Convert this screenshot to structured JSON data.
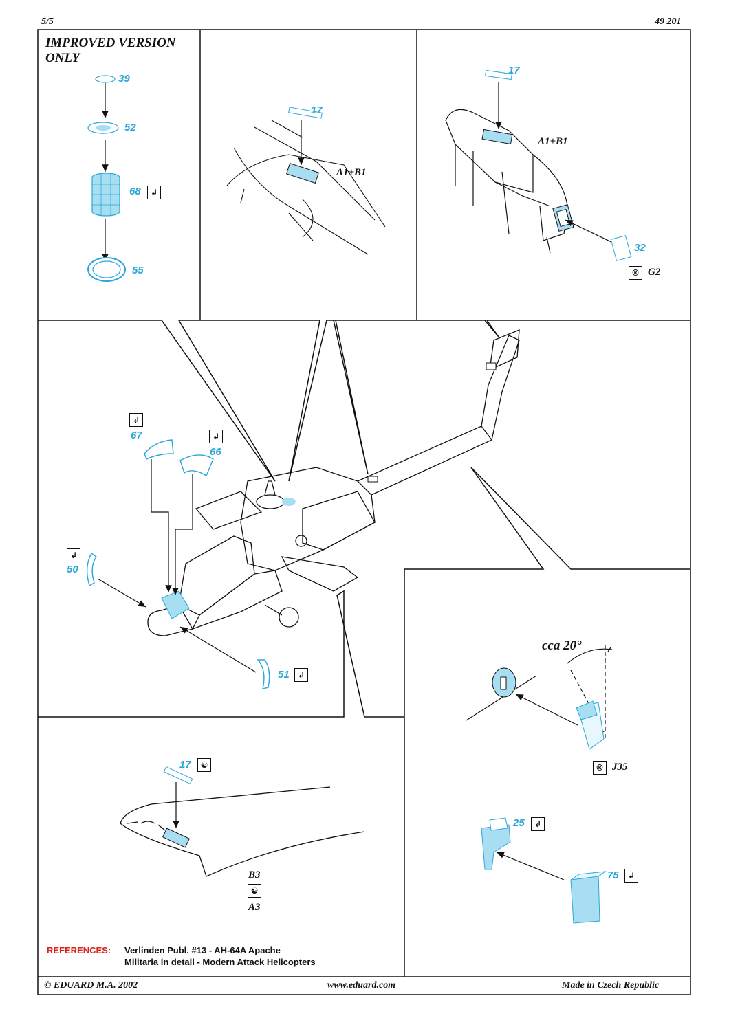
{
  "header": {
    "page": "5/5",
    "code": "49 201"
  },
  "title": "IMPROVED VERSION ONLY",
  "title_line1": "IMPROVED  VERSION",
  "title_line2": "ONLY",
  "parts": {
    "p39": "39",
    "p52": "52",
    "p68": "68",
    "p55": "55",
    "p17a": "17",
    "p17b": "17",
    "p17c": "17",
    "p32": "32",
    "p67": "67",
    "p66": "66",
    "p50": "50",
    "p51": "51",
    "p25": "25",
    "p75": "75"
  },
  "labels": {
    "a1b1_left": "A1+B1",
    "a1b1_right": "A1+B1",
    "g2": "G2",
    "j35": "J35",
    "b3": "B3",
    "a3": "A3",
    "angle": "cca 20°"
  },
  "symbols": {
    "bend": "↲",
    "r": "®",
    "flip": "☯"
  },
  "references": {
    "label": "REFERENCES:",
    "line1": "Verlinden Publ. #13 - AH-64A Apache",
    "line2": "Militaria in detail - Modern Attack Helicopters"
  },
  "footer": {
    "copyright": "© EDUARD  M.A. 2002",
    "website": "www.eduard.com",
    "origin": "Made in Czech Republic"
  },
  "colors": {
    "part": "#2aa6d8",
    "fill": "#a8def2",
    "line": "#111111",
    "ref": "#d9241b"
  }
}
